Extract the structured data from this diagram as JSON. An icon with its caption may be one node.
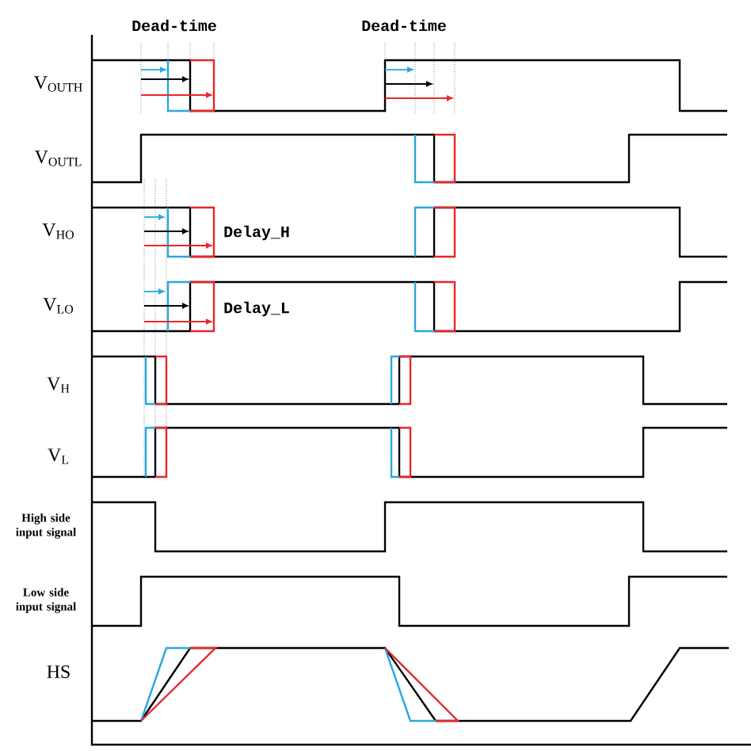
{
  "diagram": {
    "labels": [
      "Dead-time",
      "Dead-time",
      "V$_{OUTH}$",
      "V$_{OUTL}$",
      "V$_{HO}$",
      "Delay_H",
      "V$_{LO}$",
      "Delay_L",
      "V$_{H}$",
      "V$_{L}$",
      "High side input signal",
      "Low side input signal",
      "HS"
    ]
  }
}
